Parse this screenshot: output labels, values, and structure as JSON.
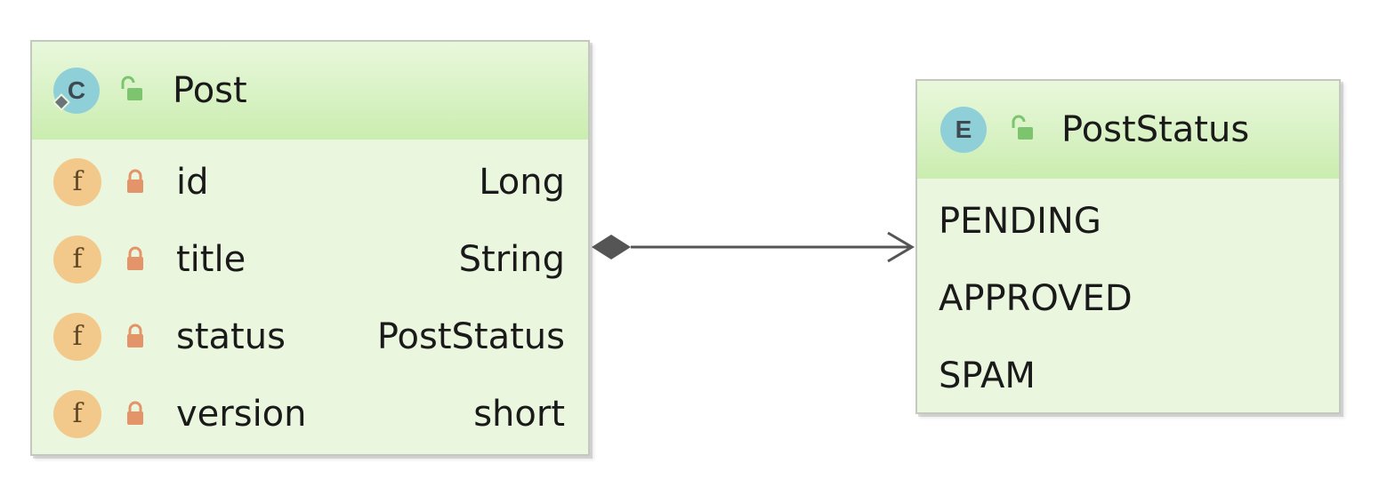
{
  "classes": {
    "post": {
      "kind_letter": "C",
      "name": "Post",
      "fields": [
        {
          "badge": "f",
          "name": "id",
          "type": "Long"
        },
        {
          "badge": "f",
          "name": "title",
          "type": "String"
        },
        {
          "badge": "f",
          "name": "status",
          "type": "PostStatus"
        },
        {
          "badge": "f",
          "name": "version",
          "type": "short"
        }
      ]
    },
    "post_status": {
      "kind_letter": "E",
      "name": "PostStatus",
      "constants": [
        "PENDING",
        "APPROVED",
        "SPAM"
      ]
    }
  },
  "relation": {
    "type": "composition",
    "from": "Post",
    "to": "PostStatus"
  },
  "colors": {
    "box_fill": "#eaf7de",
    "header_fill": "#d4f0bf",
    "class_badge": "#8fd0d8",
    "field_badge": "#f2c98a",
    "public_lock": "#7cc46e",
    "private_lock": "#e39468",
    "connector": "#555555"
  },
  "icons": {
    "class": "class-icon",
    "enum": "enum-icon",
    "field": "field-icon",
    "public": "unlocked-icon",
    "private": "locked-icon"
  }
}
